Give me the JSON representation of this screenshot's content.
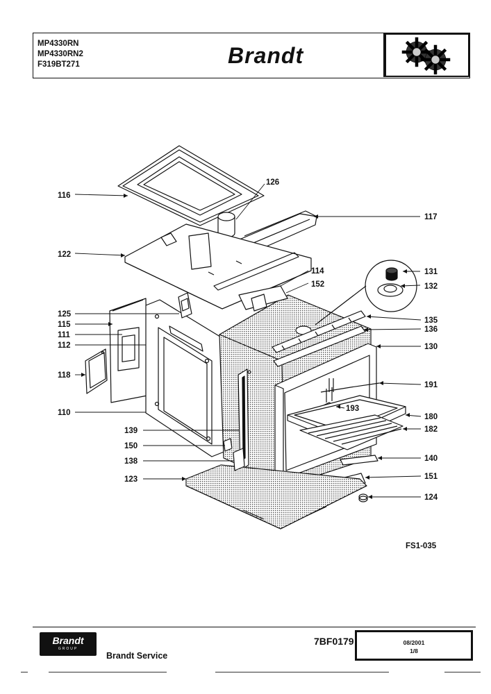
{
  "header": {
    "models": [
      "MP4330RN",
      "MP4330RN2",
      "F319BT271"
    ],
    "brand": "Brandt",
    "emblem": "gear-icon"
  },
  "figure_code": "FS1-035",
  "part_labels": [
    "116",
    "126",
    "117",
    "122",
    "114",
    "152",
    "131",
    "132",
    "125",
    "115",
    "111",
    "112",
    "135",
    "136",
    "130",
    "118",
    "191",
    "110",
    "193",
    "180",
    "139",
    "182",
    "150",
    "140",
    "138",
    "123",
    "151",
    "124"
  ],
  "footer": {
    "brand": "Brandt",
    "group": "GROUP",
    "service": "Brandt Service",
    "doc_ref": "7BF0179",
    "date": "08/2001",
    "page": "1/8"
  }
}
